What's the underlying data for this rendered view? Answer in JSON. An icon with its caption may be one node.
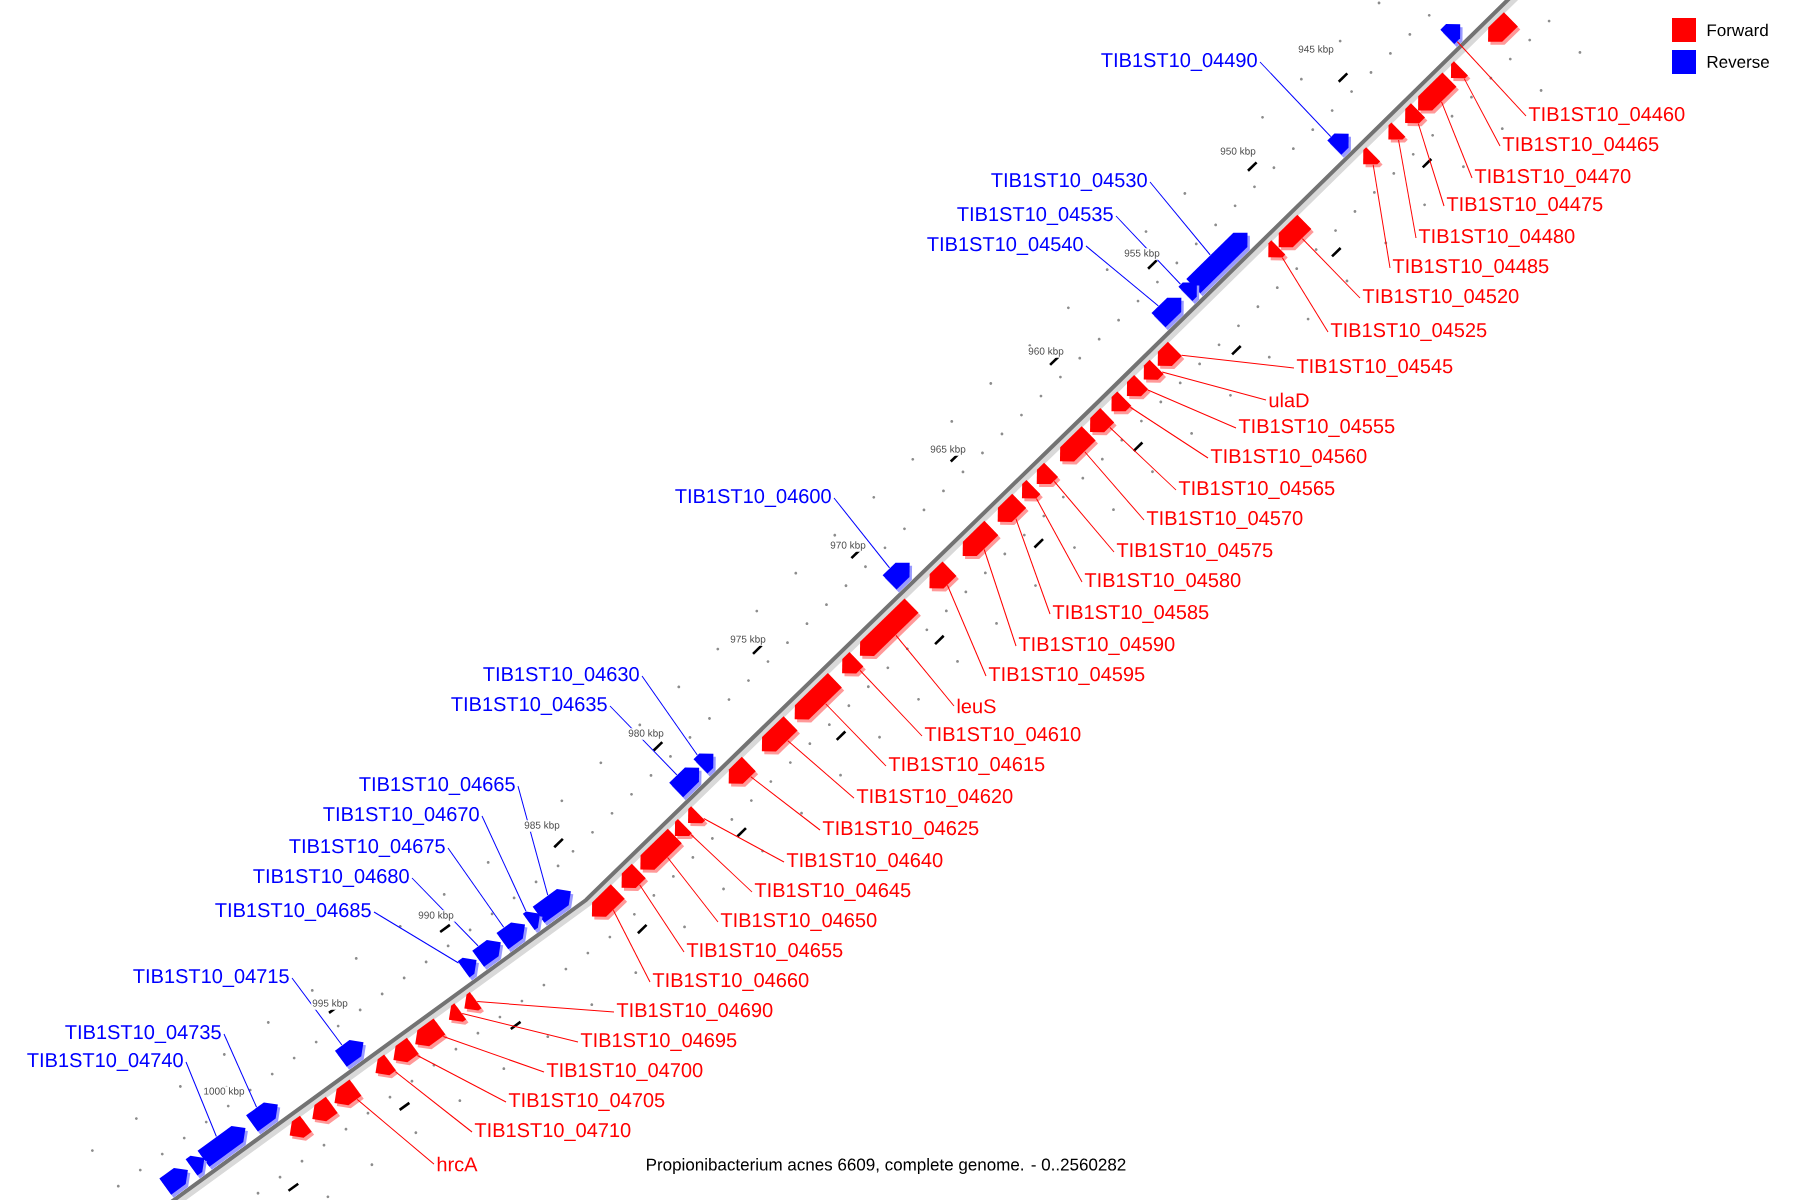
{
  "diagram": {
    "caption": "Propionibacterium acnes 6609, complete genome. - 0..2560282",
    "nodes": [
      {
        "text": [
          "TIB1ST10_04490"
        ]
      },
      {
        "text": [],
        "shape": "pentagon"
      },
      {
        "text": [
          "TIB1ST10_04530"
        ]
      },
      {
        "text": [],
        "shape": "pentagon"
      },
      {
        "text": [
          "TIB1ST10_04535"
        ]
      },
      {
        "text": [],
        "shape": "pentagon"
      },
      {
        "text": [
          "TIB1ST10_04540"
        ]
      },
      {
        "text": [],
        "shape": "pentagon"
      },
      {
        "text": [
          "TIB1ST10_04600"
        ]
      },
      {
        "text": [],
        "shape": "pentagon"
      },
      {
        "text": [
          "TIB1ST10_04630"
        ]
      },
      {
        "text": [],
        "shape": "pentagon"
      },
      {
        "text": [
          "TIB1ST10_04635"
        ]
      },
      {
        "text": [],
        "shape": "pentagon"
      },
      {
        "text": [
          "TIB1ST10_04665"
        ]
      },
      {
        "text": [],
        "shape": "pentagon"
      },
      {
        "text": [
          "TIB1ST10_04670"
        ]
      },
      {
        "text": [],
        "shape": "pentagon"
      },
      {
        "text": [
          "TIB1ST10_04675"
        ]
      },
      {
        "text": [],
        "shape": "pentagon"
      },
      {
        "text": [
          "TIB1ST10_04680"
        ]
      },
      {
        "text": [],
        "shape": "pentagon"
      },
      {
        "text": [
          "TIB1ST10_04685"
        ]
      },
      {
        "text": [],
        "shape": "pentagon"
      },
      {
        "text": [
          "TIB1ST10_04715"
        ]
      },
      {
        "text": [],
        "shape": "pentagon"
      },
      {
        "text": [
          "TIB1ST10_04735"
        ]
      },
      {
        "text": [],
        "shape": "pentagon"
      },
      {
        "text": [
          "TIB1ST10_04740"
        ]
      },
      {
        "text": [],
        "shape": "pentagon"
      },
      {
        "text": [
          "TIB1ST10_04460"
        ]
      },
      {
        "text": [],
        "shape": "pentagon"
      },
      {
        "text": [
          "TIB1ST10_04465"
        ]
      },
      {
        "text": [],
        "shape": "pentagon"
      },
      {
        "text": [
          "TIB1ST10_04470"
        ]
      },
      {
        "text": [],
        "shape": "pentagon"
      },
      {
        "text": [
          "TIB1ST10_04475"
        ]
      },
      {
        "text": [],
        "shape": "pentagon"
      },
      {
        "text": [
          "TIB1ST10_04480"
        ]
      },
      {
        "text": [],
        "shape": "pentagon"
      },
      {
        "text": [
          "TIB1ST10_04485"
        ]
      },
      {
        "text": [],
        "shape": "pentagon"
      },
      {
        "text": [
          "TIB1ST10_04520"
        ]
      },
      {
        "text": [],
        "shape": "pentagon"
      },
      {
        "text": [
          "TIB1ST10_04525"
        ]
      },
      {
        "text": [],
        "shape": "pentagon"
      },
      {
        "text": [
          "TIB1ST10_04545"
        ]
      },
      {
        "text": [],
        "shape": "pentagon"
      },
      {
        "text": [
          "ulaD"
        ]
      },
      {
        "text": [],
        "shape": "pentagon"
      },
      {
        "text": [
          "TIB1ST10_04555"
        ]
      },
      {
        "text": [],
        "shape": "pentagon"
      },
      {
        "text": [
          "TIB1ST10_04560"
        ]
      },
      {
        "text": [],
        "shape": "pentagon"
      },
      {
        "text": [
          "TIB1ST10_04565"
        ]
      },
      {
        "text": [],
        "shape": "pentagon"
      },
      {
        "text": [
          "TIB1ST10_04570"
        ]
      },
      {
        "text": [],
        "shape": "pentagon"
      },
      {
        "text": [
          "TIB1ST10_04575"
        ]
      },
      {
        "text": [],
        "shape": "pentagon"
      },
      {
        "text": [
          "TIB1ST10_04580"
        ]
      },
      {
        "text": [],
        "shape": "pentagon"
      },
      {
        "text": [
          "TIB1ST10_04585"
        ]
      },
      {
        "text": [],
        "shape": "pentagon"
      },
      {
        "text": [
          "TIB1ST10_04590"
        ]
      },
      {
        "text": [],
        "shape": "pentagon"
      },
      {
        "text": [
          "TIB1ST10_04595"
        ]
      },
      {
        "text": [],
        "shape": "pentagon"
      },
      {
        "text": [
          "leuS"
        ]
      },
      {
        "text": [],
        "shape": "pentagon"
      },
      {
        "text": [
          "TIB1ST10_04610"
        ]
      },
      {
        "text": [],
        "shape": "pentagon"
      },
      {
        "text": [
          "TIB1ST10_04615"
        ]
      },
      {
        "text": [],
        "shape": "pentagon"
      },
      {
        "text": [
          "TIB1ST10_04620"
        ]
      },
      {
        "text": [],
        "shape": "pentagon"
      },
      {
        "text": [
          "TIB1ST10_04625"
        ]
      },
      {
        "text": [],
        "shape": "pentagon"
      },
      {
        "text": [
          "TIB1ST10_04640"
        ]
      },
      {
        "text": [],
        "shape": "pentagon"
      },
      {
        "text": [
          "TIB1ST10_04645"
        ]
      },
      {
        "text": [],
        "shape": "pentagon"
      },
      {
        "text": [
          "TIB1ST10_04650"
        ]
      },
      {
        "text": [],
        "shape": "pentagon"
      },
      {
        "text": [
          "TIB1ST10_04655"
        ]
      },
      {
        "text": [],
        "shape": "pentagon"
      },
      {
        "text": [
          "TIB1ST10_04660"
        ]
      },
      {
        "text": [],
        "shape": "pentagon"
      },
      {
        "text": [
          "TIB1ST10_04690"
        ]
      },
      {
        "text": [],
        "shape": "pentagon"
      },
      {
        "text": [
          "TIB1ST10_04695"
        ]
      },
      {
        "text": [],
        "shape": "pentagon"
      },
      {
        "text": [
          "TIB1ST10_04700"
        ]
      },
      {
        "text": [],
        "shape": "pentagon"
      },
      {
        "text": [
          "TIB1ST10_04705"
        ]
      },
      {
        "text": [],
        "shape": "pentagon"
      },
      {
        "text": [
          "TIB1ST10_04710"
        ]
      },
      {
        "text": [],
        "shape": "pentagon"
      },
      {
        "text": [
          "hrcA"
        ]
      },
      {
        "text": [],
        "shape": "pentagon"
      },
      {
        "text": [],
        "shape": "pentagon"
      },
      {
        "text": [],
        "shape": "pentagon"
      },
      {
        "text": [],
        "shape": "pentagon"
      },
      {
        "text": [],
        "shape": "pentagon"
      },
      {
        "text": [],
        "shape": "pentagon"
      }
    ],
    "edges": [
      {
        "from": 0,
        "to": 1,
        "arrow": "none",
        "color": "#0000ff"
      },
      {
        "from": 2,
        "to": 3,
        "arrow": "none",
        "color": "#0000ff"
      },
      {
        "from": 4,
        "to": 5,
        "arrow": "none",
        "color": "#0000ff"
      },
      {
        "from": 6,
        "to": 7,
        "arrow": "none",
        "color": "#0000ff"
      },
      {
        "from": 8,
        "to": 9,
        "arrow": "none",
        "color": "#0000ff"
      },
      {
        "from": 10,
        "to": 11,
        "arrow": "none",
        "color": "#0000ff"
      },
      {
        "from": 12,
        "to": 13,
        "arrow": "none",
        "color": "#0000ff"
      },
      {
        "from": 14,
        "to": 15,
        "arrow": "none",
        "color": "#0000ff"
      },
      {
        "from": 16,
        "to": 17,
        "arrow": "none",
        "color": "#0000ff"
      },
      {
        "from": 18,
        "to": 19,
        "arrow": "none",
        "color": "#0000ff"
      },
      {
        "from": 20,
        "to": 21,
        "arrow": "none",
        "color": "#0000ff"
      },
      {
        "from": 22,
        "to": 23,
        "arrow": "none",
        "color": "#0000ff"
      },
      {
        "from": 24,
        "to": 25,
        "arrow": "none",
        "color": "#0000ff"
      },
      {
        "from": 26,
        "to": 27,
        "arrow": "none",
        "color": "#0000ff"
      },
      {
        "from": 28,
        "to": 29,
        "arrow": "none",
        "color": "#0000ff"
      },
      {
        "from": 30,
        "to": 31,
        "arrow": "none"
      },
      {
        "from": 32,
        "to": 33,
        "arrow": "none"
      },
      {
        "from": 34,
        "to": 35,
        "arrow": "none"
      },
      {
        "from": 36,
        "to": 37,
        "arrow": "none"
      },
      {
        "from": 38,
        "to": 39,
        "arrow": "none"
      },
      {
        "from": 40,
        "to": 41,
        "arrow": "none"
      },
      {
        "from": 42,
        "to": 43,
        "arrow": "none"
      },
      {
        "from": 44,
        "to": 45,
        "arrow": "none"
      },
      {
        "from": 46,
        "to": 47,
        "arrow": "none"
      },
      {
        "from": 48,
        "to": 49,
        "arrow": "none"
      },
      {
        "from": 50,
        "to": 51,
        "arrow": "none"
      },
      {
        "from": 52,
        "to": 53,
        "arrow": "none"
      },
      {
        "from": 54,
        "to": 55,
        "arrow": "none"
      },
      {
        "from": 56,
        "to": 57,
        "arrow": "none"
      },
      {
        "from": 58,
        "to": 59,
        "arrow": "none"
      },
      {
        "from": 60,
        "to": 61,
        "arrow": "none"
      },
      {
        "from": 62,
        "to": 63,
        "arrow": "none"
      },
      {
        "from": 64,
        "to": 65,
        "arrow": "none"
      },
      {
        "from": 66,
        "to": 67,
        "arrow": "none"
      },
      {
        "from": 68,
        "to": 69,
        "arrow": "none"
      },
      {
        "from": 70,
        "to": 71,
        "arrow": "none"
      },
      {
        "from": 72,
        "to": 73,
        "arrow": "none"
      },
      {
        "from": 74,
        "to": 75,
        "arrow": "none"
      },
      {
        "from": 76,
        "to": 77,
        "arrow": "none"
      },
      {
        "from": 78,
        "to": 79,
        "arrow": "none"
      },
      {
        "from": 80,
        "to": 81,
        "arrow": "none"
      },
      {
        "from": 82,
        "to": 83,
        "arrow": "none"
      },
      {
        "from": 84,
        "to": 85,
        "arrow": "none"
      },
      {
        "from": 86,
        "to": 87,
        "arrow": "none"
      },
      {
        "from": 88,
        "to": 89,
        "arrow": "none"
      },
      {
        "from": 90,
        "to": 91,
        "arrow": "none"
      },
      {
        "from": 92,
        "to": 93,
        "arrow": "none"
      },
      {
        "from": 94,
        "to": 95,
        "arrow": "none"
      },
      {
        "from": 96,
        "to": 97,
        "arrow": "none"
      },
      {
        "from": 98,
        "to": 99,
        "arrow": "none"
      }
    ],
    "labels": [
      "945 kbp",
      "950 kbp",
      "955 kbp",
      "960 kbp",
      "965 kbp",
      "970 kbp",
      "975 kbp",
      "980 kbp",
      "985 kbp",
      "990 kbp",
      "995 kbp",
      "1000 kbp"
    ],
    "legend": [
      {
        "text": "Forward",
        "color": "#ff0000"
      },
      {
        "text": "Reverse",
        "color": "#0000ff"
      }
    ]
  }
}
